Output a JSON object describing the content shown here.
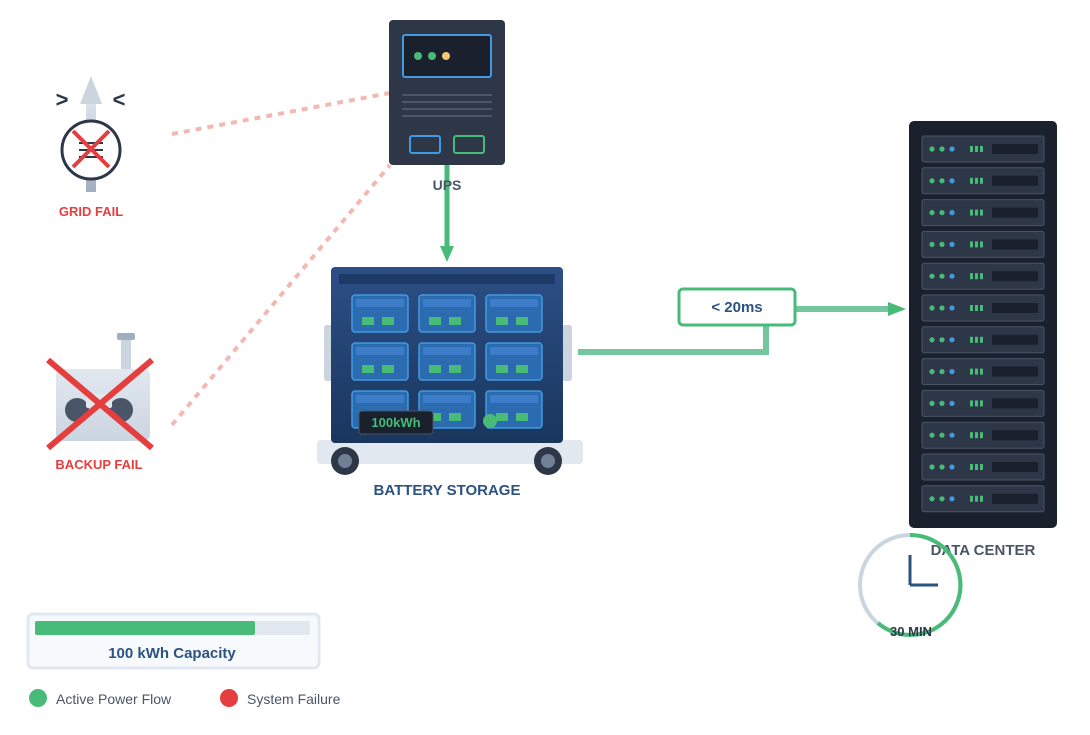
{
  "nodes": {
    "grid": {
      "label": "GRID FAIL",
      "icon": "power-pylon-icon",
      "status": "failed"
    },
    "backup": {
      "label": "BACKUP FAIL",
      "icon": "generator-icon",
      "status": "failed"
    },
    "ups": {
      "label": "UPS",
      "icon": "ups-unit-icon",
      "status": "active"
    },
    "battery": {
      "label": "BATTERY STORAGE",
      "badge": "100kWh",
      "icon": "battery-rack-icon",
      "status": "active"
    },
    "datacenter": {
      "label": "DATA CENTER",
      "icon": "server-rack-icon",
      "status": "active"
    }
  },
  "connections": {
    "switch_time": "< 20ms"
  },
  "timer": {
    "label": "30 MIN"
  },
  "capacity": {
    "label": "100 kWh Capacity",
    "fill_fraction": 0.8
  },
  "legend": [
    {
      "label": "Active Power Flow",
      "color": "#48bb78"
    },
    {
      "label": "System Failure",
      "color": "#e53e3e"
    }
  ],
  "colors": {
    "active": "#48bb78",
    "failure": "#e53e3e",
    "failure_line": "#f2b8b3",
    "label_dark": "#2c5282",
    "label_muted": "#4a5568"
  }
}
